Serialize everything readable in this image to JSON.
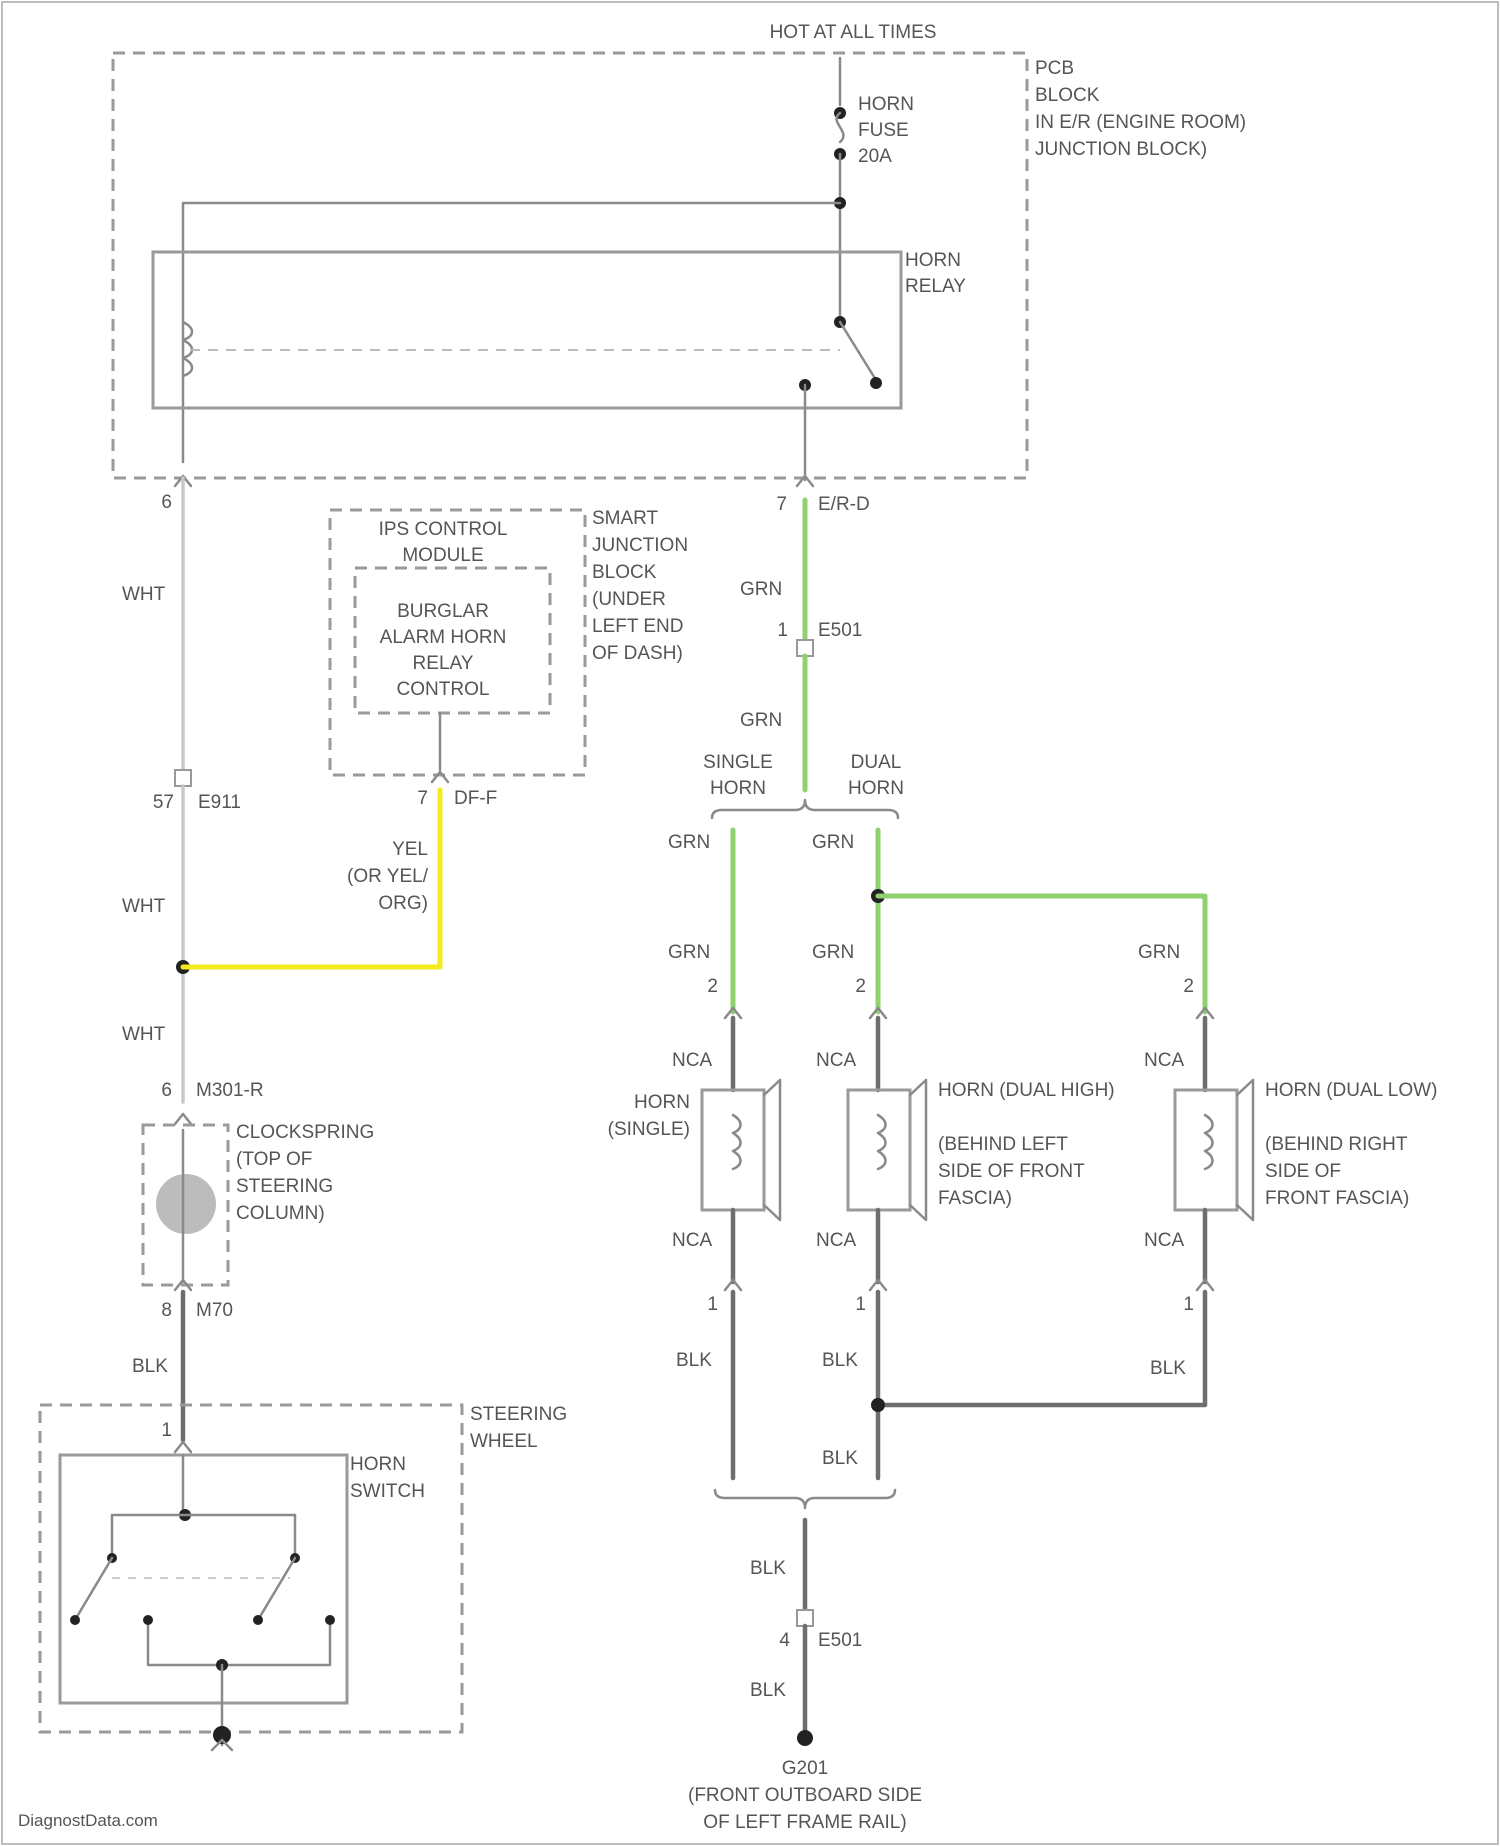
{
  "power": {
    "hot_label": "HOT AT ALL TIMES"
  },
  "pdb": {
    "lines": [
      "PCB",
      "BLOCK",
      "IN E/R (ENGINE ROOM)",
      "JUNCTION BLOCK)"
    ]
  },
  "fuse": {
    "lines": [
      "HORN",
      "FUSE",
      "20A"
    ]
  },
  "relay": {
    "lines": [
      "HORN",
      "RELAY"
    ]
  },
  "pins": {
    "relay_coil_pin": "6",
    "relay_out_pin": "7",
    "relay_out_conn": "E/R-D",
    "e501_pin": "1",
    "e501_conn": "E501",
    "e911_pin": "57",
    "e911_conn": "E911",
    "sjb_pin": "7",
    "sjb_conn": "DF-F",
    "m301_pin": "6",
    "m301_conn": "M301-R",
    "m70_pin": "8",
    "m70_conn": "M70",
    "sw_pin": "1",
    "horn_pin2_a": "2",
    "horn_pin2_b": "2",
    "horn_pin2_c": "2",
    "horn_pin1_a": "1",
    "horn_pin1_b": "1",
    "horn_pin1_c": "1",
    "e501_gnd_pin": "4",
    "e501_gnd_conn": "E501"
  },
  "ips": {
    "title_lines": [
      "IPS CONTROL",
      "MODULE"
    ],
    "inner_lines": [
      "BURGLAR",
      "ALARM HORN",
      "RELAY",
      "CONTROL"
    ]
  },
  "sjb": {
    "lines": [
      "SMART",
      "JUNCTION",
      "BLOCK",
      "(UNDER",
      "LEFT END",
      "OF DASH)"
    ]
  },
  "wire_colors": {
    "wht": "WHT",
    "grn": "GRN",
    "blk": "BLK",
    "yel_lines": [
      "YEL",
      "(OR YEL/",
      "ORG)"
    ],
    "nca": "NCA"
  },
  "branches": {
    "single_lines": [
      "SINGLE",
      "HORN"
    ],
    "dual_lines": [
      "DUAL",
      "HORN"
    ]
  },
  "horns": {
    "single_lines": [
      "HORN",
      "(SINGLE)"
    ],
    "dual_high_lines": [
      "HORN (DUAL HIGH)",
      "",
      "(BEHIND LEFT",
      "SIDE OF FRONT",
      "FASCIA)"
    ],
    "dual_low_lines": [
      "HORN (DUAL LOW)",
      "",
      "(BEHIND RIGHT",
      "SIDE OF",
      "FRONT FASCIA)"
    ]
  },
  "clockspring": {
    "lines": [
      "CLOCKSPRING",
      "(TOP OF",
      "STEERING",
      "COLUMN)"
    ]
  },
  "steering_wheel": {
    "lines": [
      "STEERING",
      "WHEEL"
    ]
  },
  "horn_switch": {
    "lines": [
      "HORN",
      "SWITCH"
    ]
  },
  "ground": {
    "id": "G201",
    "lines": [
      "(FRONT OUTBOARD SIDE",
      "OF LEFT FRAME RAIL)"
    ]
  },
  "watermark": "DiagnostData.com",
  "colors": {
    "wht_wire": "#c8c8c8",
    "grn_wire": "#8fd16f",
    "yel_wire": "#f2ea1d",
    "blk_wire": "#6e6e6e"
  }
}
